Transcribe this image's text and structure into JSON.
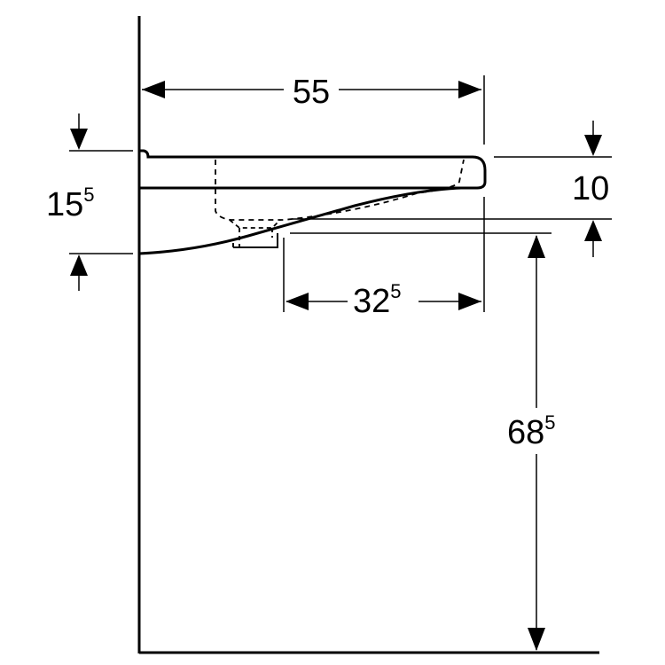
{
  "dimensions": {
    "width_label": {
      "main": "55",
      "sup": ""
    },
    "rim_height_label": {
      "main": "10",
      "sup": ""
    },
    "thickness_label": {
      "main": "15",
      "sup": "5"
    },
    "drain_offset_label": {
      "main": "32",
      "sup": "5"
    },
    "floor_height_label": {
      "main": "68",
      "sup": "5"
    }
  },
  "colors": {
    "line": "#000000",
    "background": "#ffffff"
  }
}
